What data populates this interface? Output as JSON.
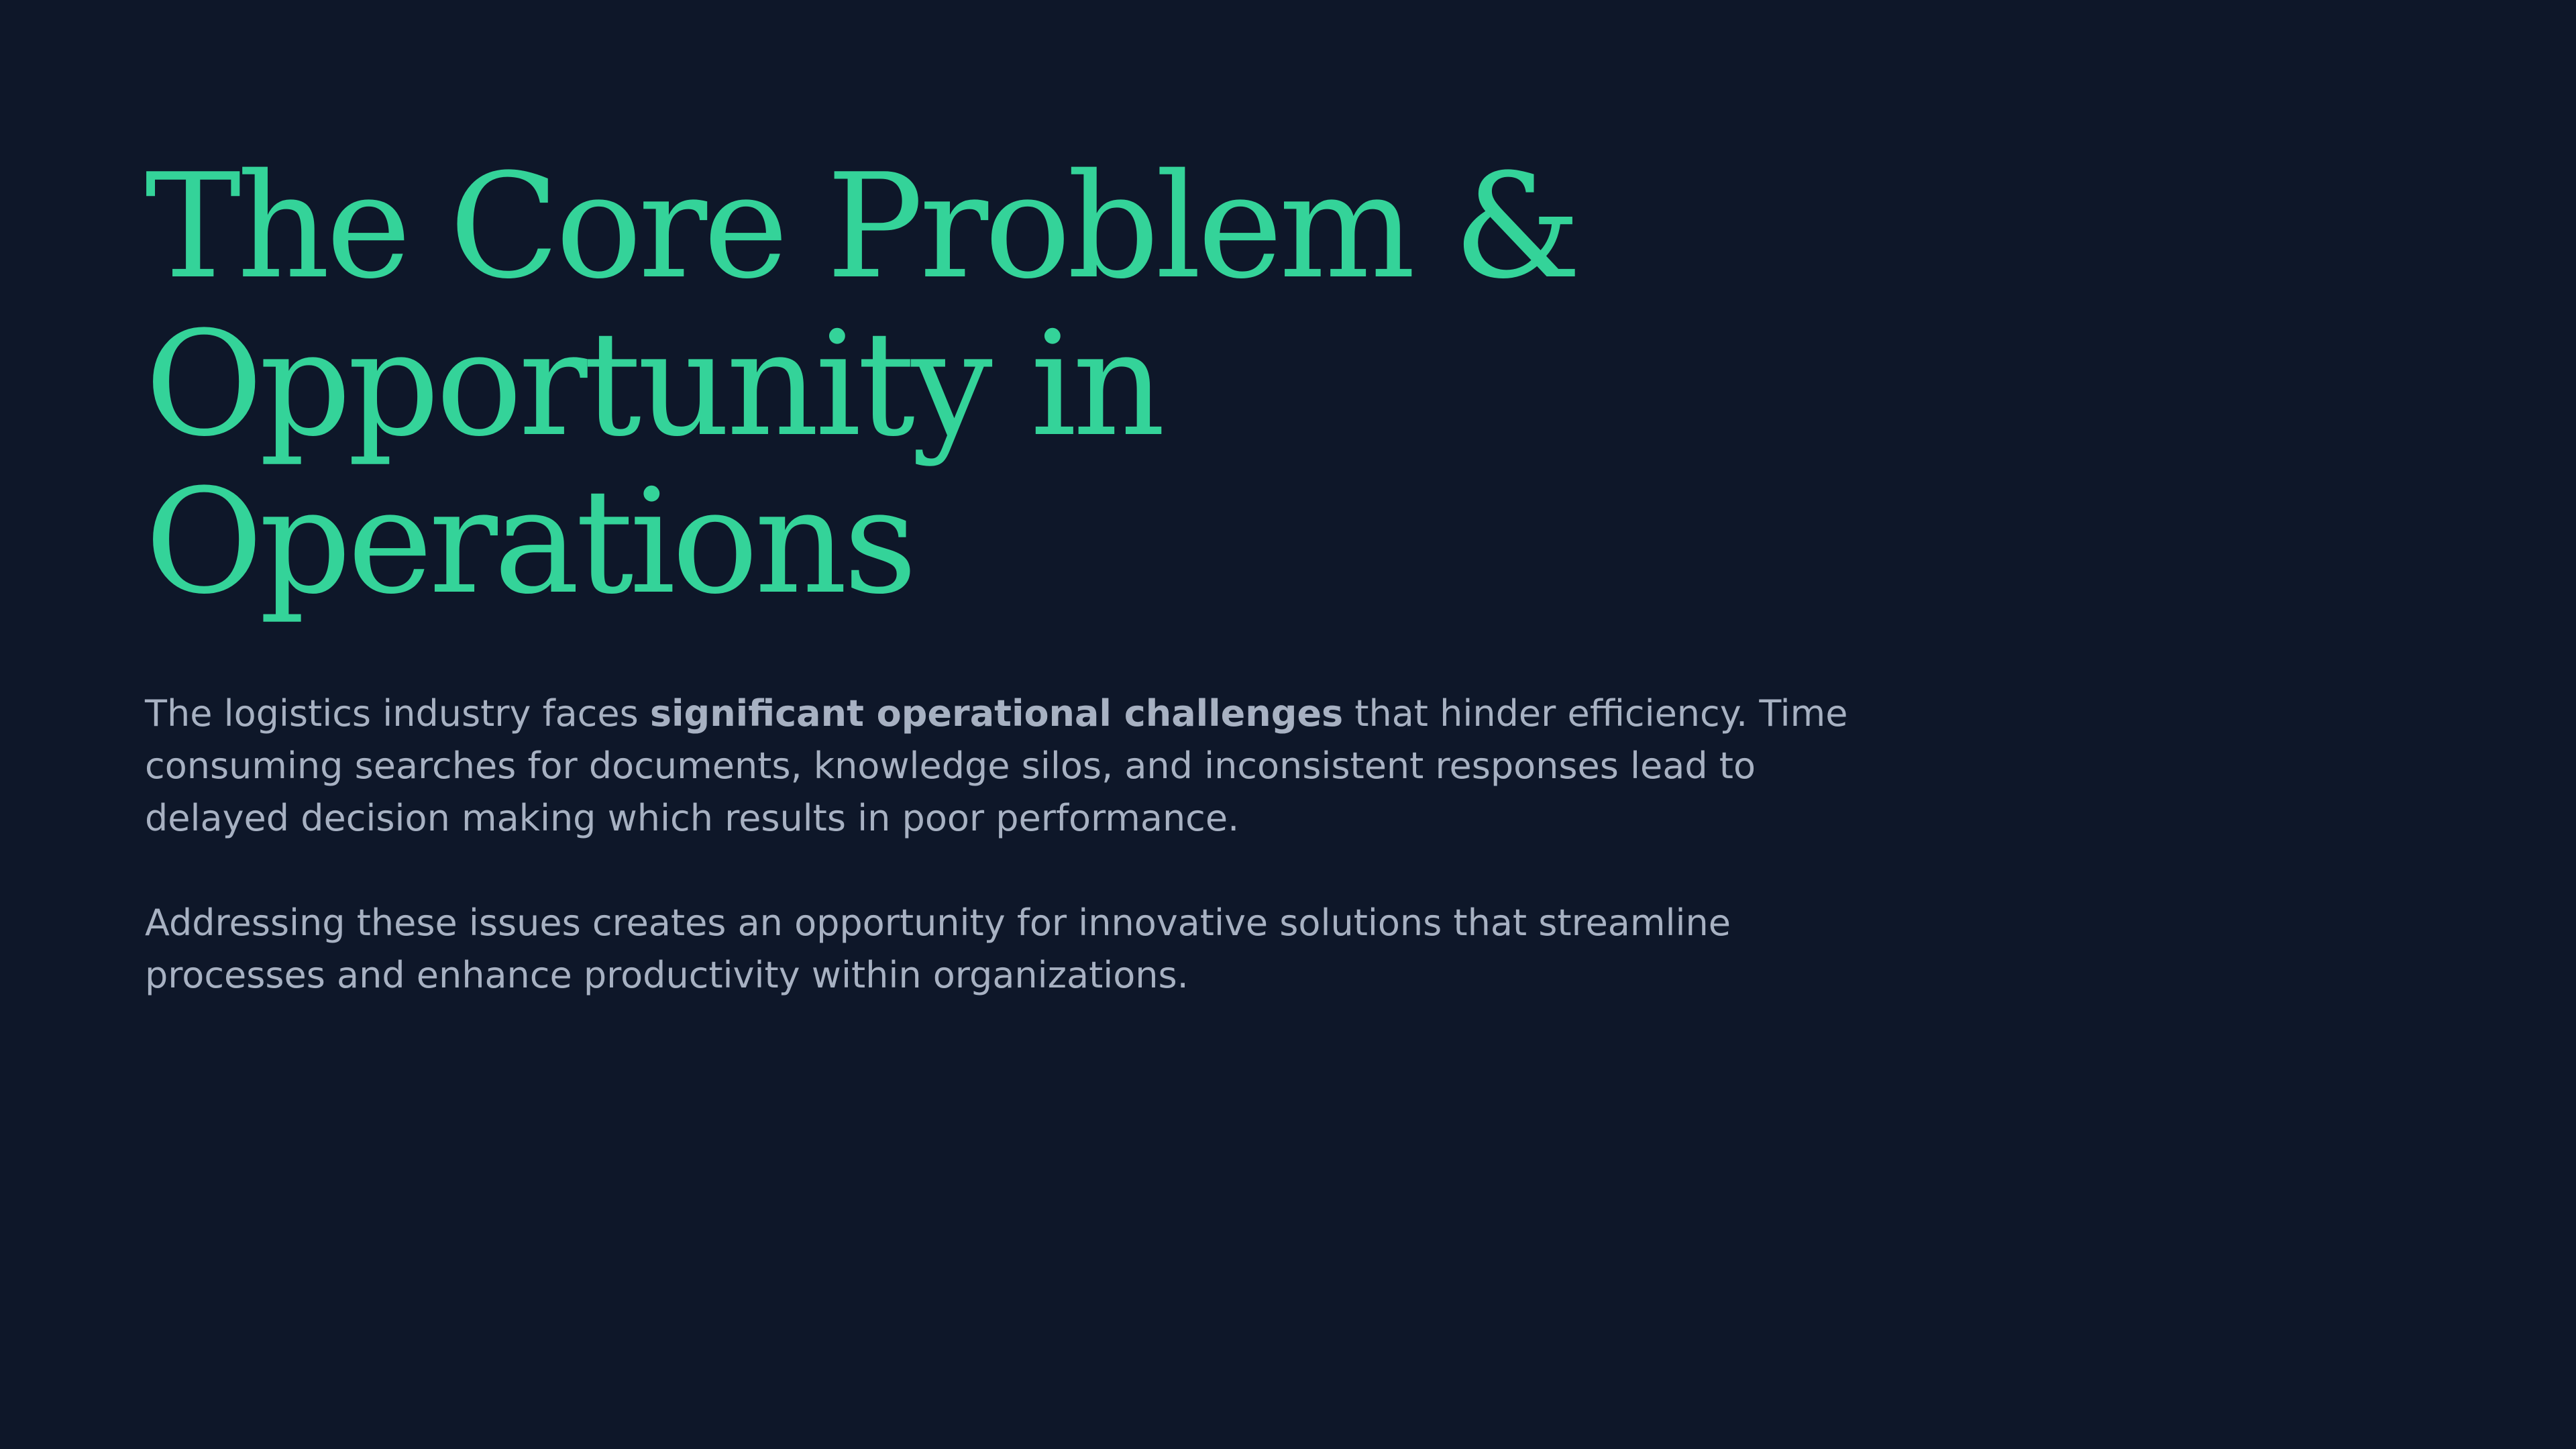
{
  "slide": {
    "title": "The Core Problem & Opportunity in Operations",
    "paragraph1": {
      "before": "The logistics industry faces ",
      "emphasis": "significant operational challenges",
      "after": " that hinder efficiency. Time consuming searches for documents, knowledge silos, and inconsistent responses lead to delayed decision making which results in poor performance."
    },
    "paragraph2": "Addressing these issues creates an opportunity for innovative solutions that streamline processes and enhance productivity within organizations.",
    "colors": {
      "background": "#0e1729",
      "title": "#34d399",
      "body_text": "#a7b1c2"
    }
  }
}
